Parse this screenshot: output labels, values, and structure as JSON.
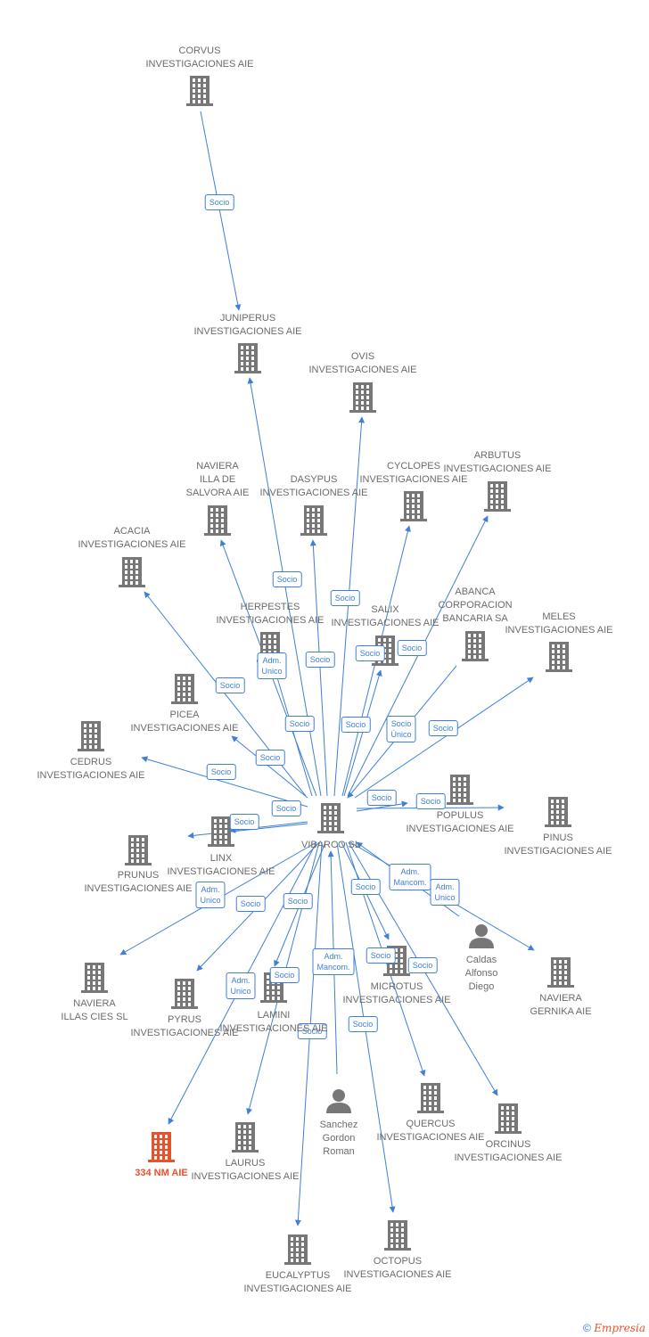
{
  "accent_color": "#3f7fd6",
  "building_color": "#777777",
  "highlight_color": "#e4532c",
  "nodes": [
    {
      "id": "corvus",
      "type": "company",
      "lines": [
        "CORVUS",
        "INVESTIGACIONES AIE"
      ]
    },
    {
      "id": "juniperus",
      "type": "company",
      "lines": [
        "JUNIPERUS",
        "INVESTIGACIONES AIE"
      ]
    },
    {
      "id": "ovis",
      "type": "company",
      "lines": [
        "OVIS",
        "INVESTIGACIONES AIE"
      ]
    },
    {
      "id": "arbutus",
      "type": "company",
      "lines": [
        "ARBUTUS",
        "INVESTIGACIONES AIE"
      ]
    },
    {
      "id": "cyclopes",
      "type": "company",
      "lines": [
        "CYCLOPES",
        "INVESTIGACIONES AIE"
      ]
    },
    {
      "id": "naviera_salvora",
      "type": "company",
      "lines": [
        "NAVIERA",
        "ILLA DE",
        "SALVORA  AIE"
      ]
    },
    {
      "id": "dasypus",
      "type": "company",
      "lines": [
        "DASYPUS",
        "INVESTIGACIONES AIE"
      ]
    },
    {
      "id": "acacia",
      "type": "company",
      "lines": [
        "ACACIA",
        "INVESTIGACIONES AIE"
      ]
    },
    {
      "id": "herpestes",
      "type": "company",
      "lines": [
        "HERPESTES",
        "INVESTIGACIONES AIE"
      ]
    },
    {
      "id": "salix",
      "type": "company",
      "lines": [
        "SALIX",
        "INVESTIGACIONES AIE"
      ]
    },
    {
      "id": "abanca",
      "type": "company",
      "lines": [
        "ABANCA",
        "CORPORACION",
        "BANCARIA SA"
      ]
    },
    {
      "id": "meles",
      "type": "company",
      "lines": [
        "MELES",
        "INVESTIGACIONES AIE"
      ]
    },
    {
      "id": "picea",
      "type": "company",
      "lines": [
        "PICEA",
        "INVESTIGACIONES AIE"
      ]
    },
    {
      "id": "cedrus",
      "type": "company",
      "lines": [
        "CEDRUS",
        "INVESTIGACIONES AIE"
      ]
    },
    {
      "id": "vibarco",
      "type": "company",
      "lines": [
        "VIBARCO SL"
      ]
    },
    {
      "id": "populus",
      "type": "company",
      "lines": [
        "POPULUS",
        "INVESTIGACIONES AIE"
      ]
    },
    {
      "id": "pinus",
      "type": "company",
      "lines": [
        "PINUS",
        "INVESTIGACIONES AIE"
      ]
    },
    {
      "id": "linx",
      "type": "company",
      "lines": [
        "LINX",
        "INVESTIGACIONES AIE"
      ]
    },
    {
      "id": "prunus",
      "type": "company",
      "lines": [
        "PRUNUS",
        "INVESTIGACIONES AIE"
      ]
    },
    {
      "id": "caldas",
      "type": "person",
      "lines": [
        "Caldas",
        "Alfonso",
        "Diego"
      ]
    },
    {
      "id": "naviera_cies",
      "type": "company",
      "lines": [
        "NAVIERA",
        "ILLAS CIES  SL"
      ]
    },
    {
      "id": "pyrus",
      "type": "company",
      "lines": [
        "PYRUS",
        "INVESTIGACIONES AIE"
      ]
    },
    {
      "id": "lamini",
      "type": "company",
      "lines": [
        "LAMINI",
        "INVESTIGACIONES AIE"
      ]
    },
    {
      "id": "microtus",
      "type": "company",
      "lines": [
        "MICROTUS",
        "INVESTIGACIONES AIE"
      ]
    },
    {
      "id": "naviera_gernika",
      "type": "company",
      "lines": [
        "NAVIERA",
        "GERNIKA  AIE"
      ]
    },
    {
      "id": "sanchez",
      "type": "person",
      "lines": [
        "Sanchez",
        "Gordon",
        "Roman"
      ]
    },
    {
      "id": "quercus",
      "type": "company",
      "lines": [
        "QUERCUS",
        "INVESTIGACIONES AIE"
      ]
    },
    {
      "id": "orcinus",
      "type": "company",
      "lines": [
        "ORCINUS",
        "INVESTIGACIONES AIE"
      ]
    },
    {
      "id": "nm334",
      "type": "company",
      "highlight": true,
      "lines": [
        "334 NM  AIE"
      ]
    },
    {
      "id": "laurus",
      "type": "company",
      "lines": [
        "LAURUS",
        "INVESTIGACIONES AIE"
      ]
    },
    {
      "id": "eucalyptus",
      "type": "company",
      "lines": [
        "EUCALYPTUS",
        "INVESTIGACIONES AIE"
      ]
    },
    {
      "id": "octopus",
      "type": "company",
      "lines": [
        "OCTOPUS",
        "INVESTIGACIONES AIE"
      ]
    }
  ],
  "edges": [
    {
      "from": "corvus",
      "to": "juniperus",
      "label": [
        "Socio"
      ]
    },
    {
      "from": "vibarco",
      "to": "juniperus",
      "label": [
        "Socio"
      ]
    },
    {
      "from": "vibarco",
      "to": "ovis",
      "label": [
        "Socio"
      ]
    },
    {
      "from": "vibarco",
      "to": "arbutus",
      "label": [
        "Socio"
      ]
    },
    {
      "from": "vibarco",
      "to": "cyclopes",
      "label": [
        "Socio"
      ]
    },
    {
      "from": "vibarco",
      "to": "naviera_salvora",
      "label": [
        "Adm.",
        "Unico"
      ]
    },
    {
      "from": "vibarco",
      "to": "dasypus",
      "label": [
        "Socio"
      ]
    },
    {
      "from": "vibarco",
      "to": "acacia",
      "label": [
        "Socio"
      ]
    },
    {
      "from": "vibarco",
      "to": "herpestes",
      "label": [
        "Socio"
      ]
    },
    {
      "from": "vibarco",
      "to": "salix",
      "label": [
        "Socio"
      ]
    },
    {
      "from": "abanca",
      "to": "vibarco",
      "label": [
        "Socio",
        "Único"
      ]
    },
    {
      "from": "vibarco",
      "to": "meles",
      "label": [
        "Socio"
      ]
    },
    {
      "from": "vibarco",
      "to": "picea",
      "label": [
        "Socio"
      ]
    },
    {
      "from": "vibarco",
      "to": "cedrus",
      "label": [
        "Socio"
      ]
    },
    {
      "from": "vibarco",
      "to": "populus",
      "label": [
        "Socio"
      ]
    },
    {
      "from": "vibarco",
      "to": "pinus",
      "label": [
        "Socio"
      ]
    },
    {
      "from": "vibarco",
      "to": "linx",
      "label": [
        "Socio"
      ]
    },
    {
      "from": "vibarco",
      "to": "prunus",
      "label": [
        "Socio"
      ]
    },
    {
      "from": "caldas",
      "to": "vibarco",
      "label": [
        "Adm.",
        "Mancom."
      ]
    },
    {
      "from": "vibarco",
      "to": "naviera_cies",
      "label": [
        "Adm.",
        "Unico"
      ]
    },
    {
      "from": "vibarco",
      "to": "pyrus",
      "label": [
        "Socio"
      ]
    },
    {
      "from": "vibarco",
      "to": "lamini",
      "label": [
        "Socio"
      ]
    },
    {
      "from": "vibarco",
      "to": "microtus",
      "label": [
        "Socio"
      ]
    },
    {
      "from": "vibarco",
      "to": "naviera_gernika",
      "label": [
        "Adm.",
        "Unico"
      ]
    },
    {
      "from": "sanchez",
      "to": "vibarco",
      "label": [
        "Adm.",
        "Mancom."
      ]
    },
    {
      "from": "vibarco",
      "to": "quercus",
      "label": [
        "Socio"
      ]
    },
    {
      "from": "vibarco",
      "to": "orcinus",
      "label": [
        "Socio"
      ]
    },
    {
      "from": "vibarco",
      "to": "nm334",
      "label": [
        "Adm.",
        "Unico"
      ]
    },
    {
      "from": "vibarco",
      "to": "laurus",
      "label": [
        "Socio"
      ]
    },
    {
      "from": "vibarco",
      "to": "eucalyptus",
      "label": [
        "Socio"
      ]
    },
    {
      "from": "vibarco",
      "to": "octopus",
      "label": [
        "Socio"
      ]
    }
  ],
  "footer": {
    "copyright": "©",
    "brand": "Empresia"
  }
}
